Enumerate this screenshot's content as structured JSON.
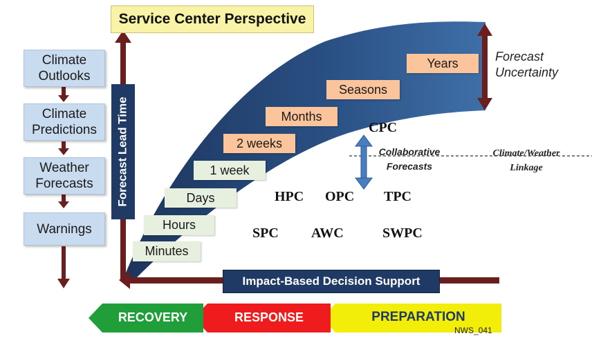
{
  "title": "Service Center Perspective",
  "left_column": [
    "Climate Outlooks",
    "Climate Predictions",
    "Weather Forecasts",
    "Warnings"
  ],
  "axis_label": "Forecast Lead Time",
  "time_scales": [
    "Minutes",
    "Hours",
    "Days",
    "1 week",
    "2 weeks",
    "Months",
    "Seasons",
    "Years"
  ],
  "forecast_uncertainty": [
    "Forecast",
    "Uncertainty"
  ],
  "collaborative": [
    "Collaborative",
    "Forecasts"
  ],
  "linkage": [
    "Climate/Weather",
    "Linkage"
  ],
  "centers": {
    "cpc": "CPC",
    "row1": [
      "HPC",
      "OPC",
      "TPC"
    ],
    "row2": [
      "SPC",
      "AWC",
      "SWPC"
    ]
  },
  "decision_support": "Impact-Based Decision Support",
  "phases": [
    "RECOVERY",
    "RESPONSE",
    "PREPARATION"
  ],
  "footnote": "NWS_041",
  "colors": {
    "title_bg": "#f8f3a6",
    "band": "#1f3a64",
    "axis": "#6b1e1e",
    "recovery": "#1f9e3a",
    "response": "#ee1c1c",
    "preparation": "#f2ee0a"
  }
}
